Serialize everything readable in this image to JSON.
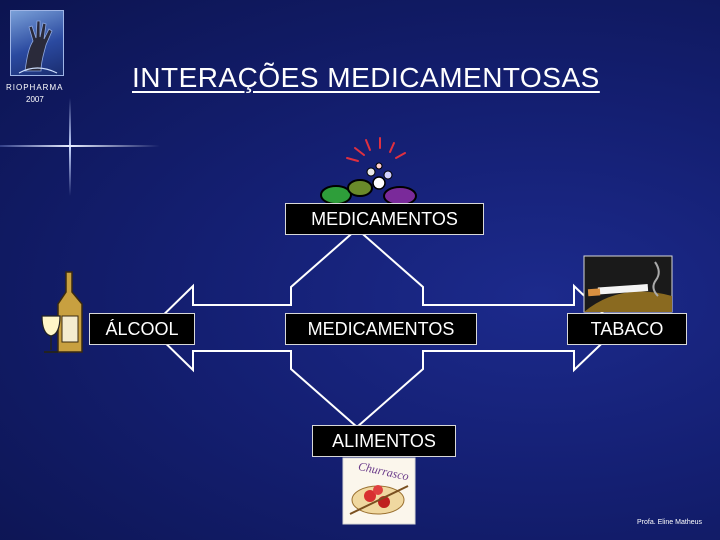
{
  "header": {
    "title": "INTERAÇÕES MEDICAMENTOSAS",
    "brand": "RIOPHARMA",
    "year": "2007"
  },
  "diagram": {
    "top_label": "MEDICAMENTOS",
    "center_label": "MEDICAMENTOS",
    "left_label": "ÁLCOOL",
    "right_label": "TABACO",
    "bottom_label": "ALIMENTOS"
  },
  "illustrations": {
    "bottom_sign": "Churrasco"
  },
  "footer": {
    "credit": "Profa. Eline Matheus"
  },
  "colors": {
    "background": "#141f72",
    "box": "#000000",
    "arrow": "#ffffff"
  }
}
